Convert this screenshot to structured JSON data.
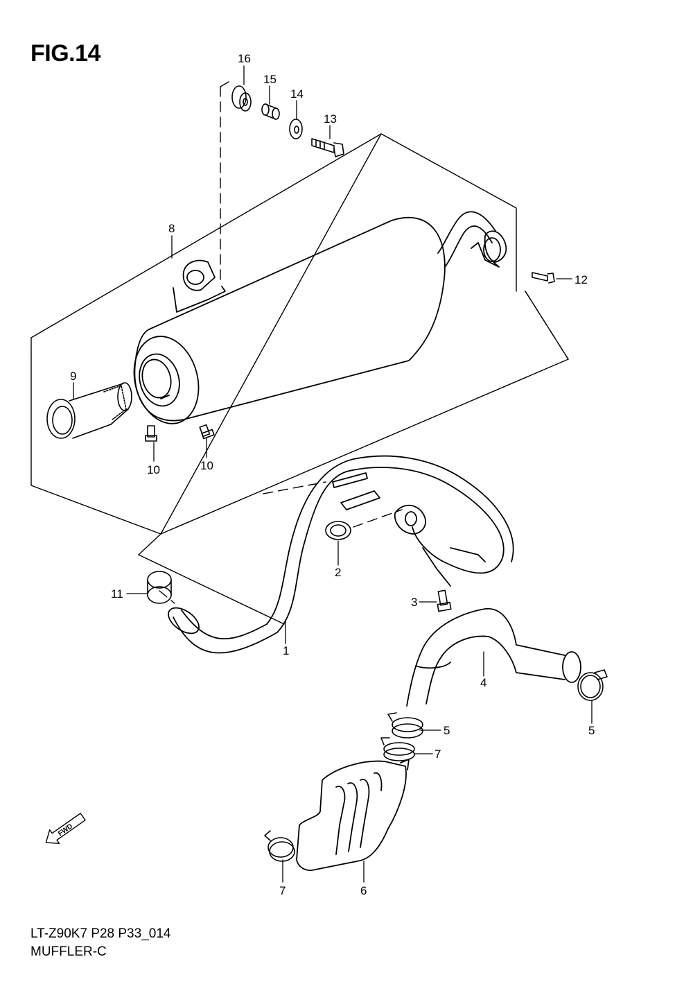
{
  "figure": {
    "title": "FIG.14",
    "model_code": "LT-Z90K7 P28 P33_014",
    "name": "MUFFLER-C"
  },
  "fwd_label": "FWD",
  "part_numbers": {
    "p1": "1",
    "p2": "2",
    "p3": "3",
    "p4": "4",
    "p5a": "5",
    "p5b": "5",
    "p6": "6",
    "p7a": "7",
    "p7b": "7",
    "p8": "8",
    "p9": "9",
    "p10a": "10",
    "p10b": "10",
    "p11": "11",
    "p12": "12",
    "p13": "13",
    "p14": "14",
    "p15": "15",
    "p16": "16"
  }
}
